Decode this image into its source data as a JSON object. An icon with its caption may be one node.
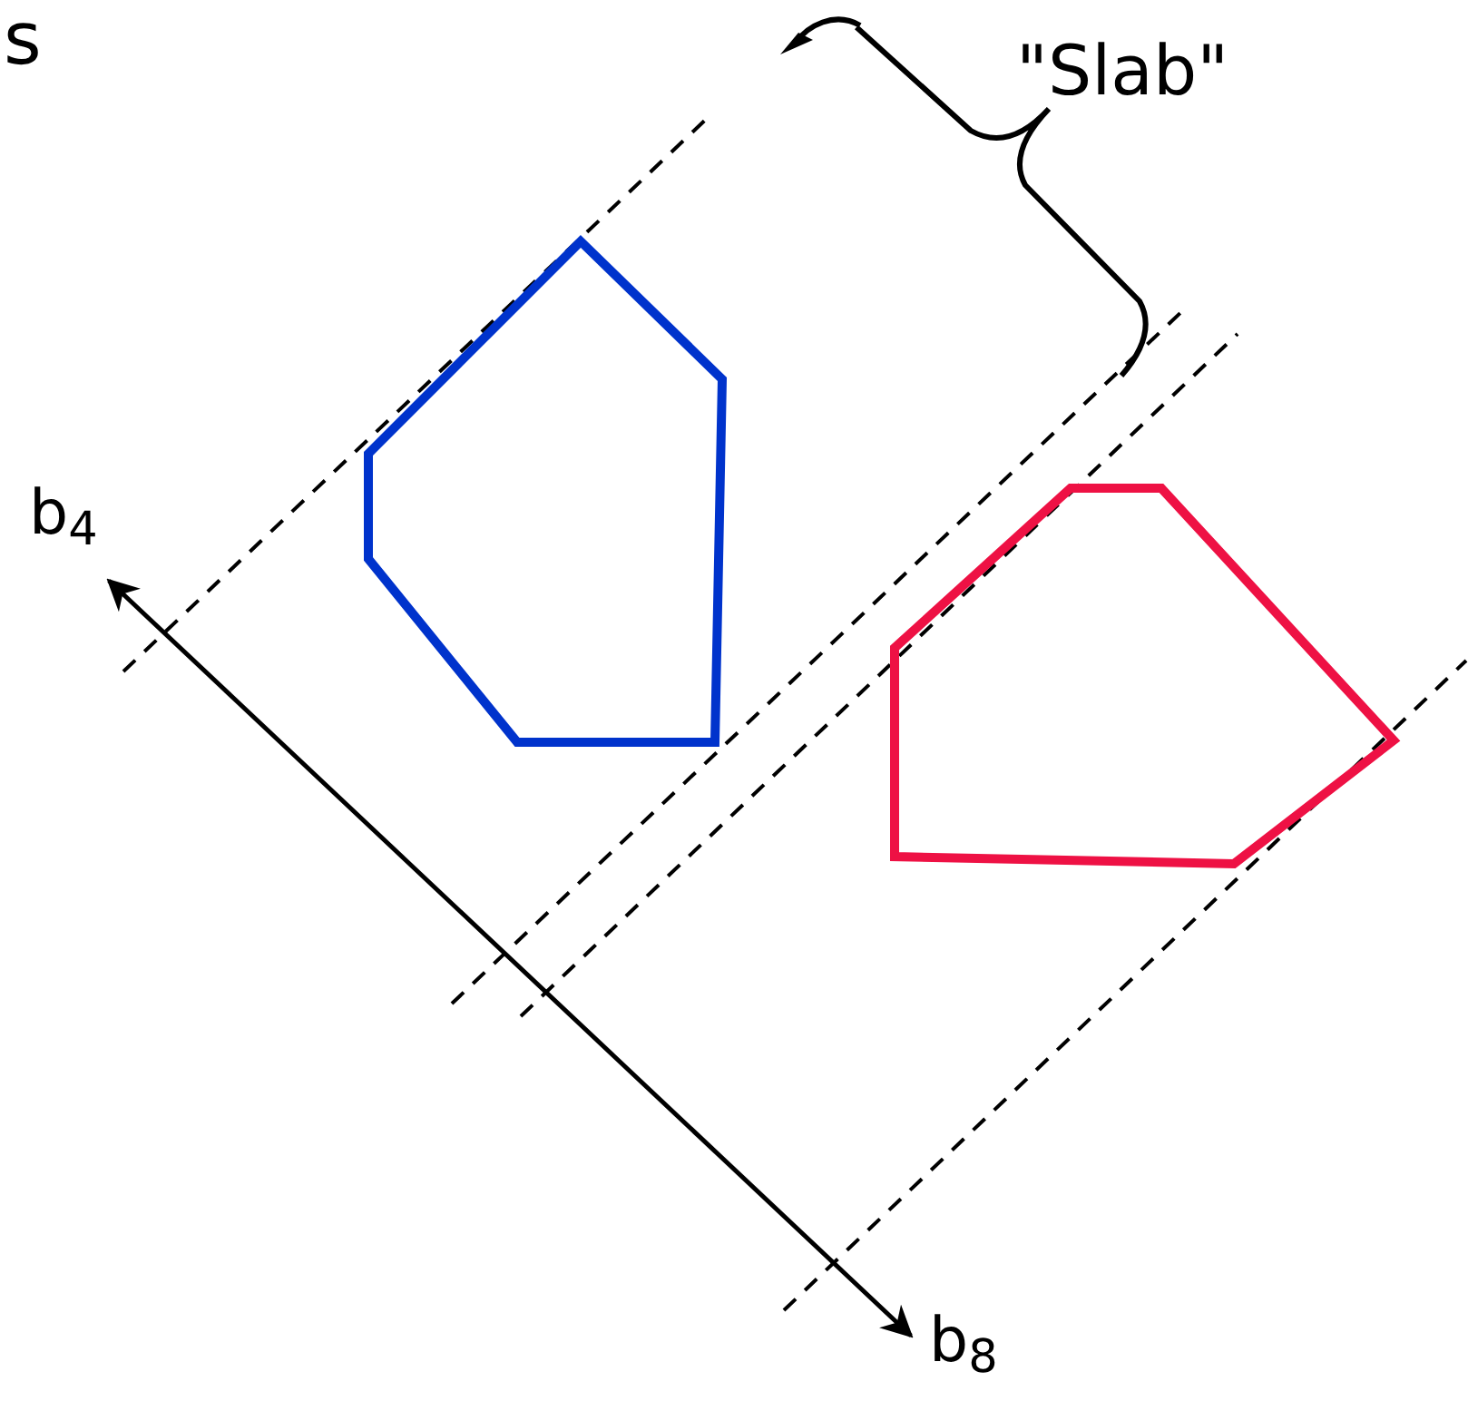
{
  "diagram": {
    "nodes": [
      {
        "text": [],
        "shape": "polygon"
      },
      {
        "text": [],
        "shape": "polygon"
      }
    ],
    "labels": [
      "s",
      "\"Slab\"",
      "b$_{4}$",
      "b$_{8}$"
    ]
  }
}
